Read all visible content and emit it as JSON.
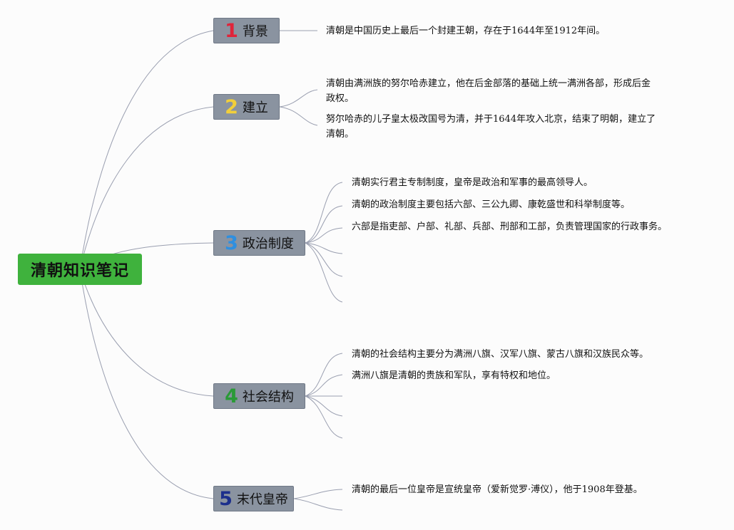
{
  "root": {
    "label": "清朝知识笔记"
  },
  "topics": [
    {
      "num": "1",
      "label": "背景",
      "num_color": "#e0243a"
    },
    {
      "num": "2",
      "label": "建立",
      "num_color": "#f2cf3a"
    },
    {
      "num": "3",
      "label": "政治制度",
      "num_color": "#2e8fe0"
    },
    {
      "num": "4",
      "label": "社会结构",
      "num_color": "#2a9a37"
    },
    {
      "num": "5",
      "label": "末代皇帝",
      "num_color": "#1c2f8c"
    }
  ],
  "notes": {
    "bg_1": "清朝是中国历史上最后一个封建王朝，存在于1644年至1912年间。",
    "est_1_line1": "清朝由满洲族的努尔哈赤建立，他在后金部落的基础上统一满洲各部，形成后金",
    "est_1_line2": "政权。",
    "est_2_line1": "努尔哈赤的儿子皇太极改国号为清，并于1644年攻入北京，结束了明朝，建立了",
    "est_2_line2": "清朝。",
    "pol_1": "清朝实行君主专制制度，皇帝是政治和军事的最高领导人。",
    "pol_2": "清朝的政治制度主要包括六部、三公九卿、康乾盛世和科举制度等。",
    "pol_3": "六部是指吏部、户部、礼部、兵部、刑部和工部，负责管理国家的行政事务。",
    "soc_1": "清朝的社会结构主要分为满洲八旗、汉军八旗、蒙古八旗和汉族民众等。",
    "soc_2": "满洲八旗是清朝的贵族和军队，享有特权和地位。",
    "emp_1": "清朝的最后一位皇帝是宣统皇帝（爱新觉罗·溥仪），他于1908年登基。"
  }
}
